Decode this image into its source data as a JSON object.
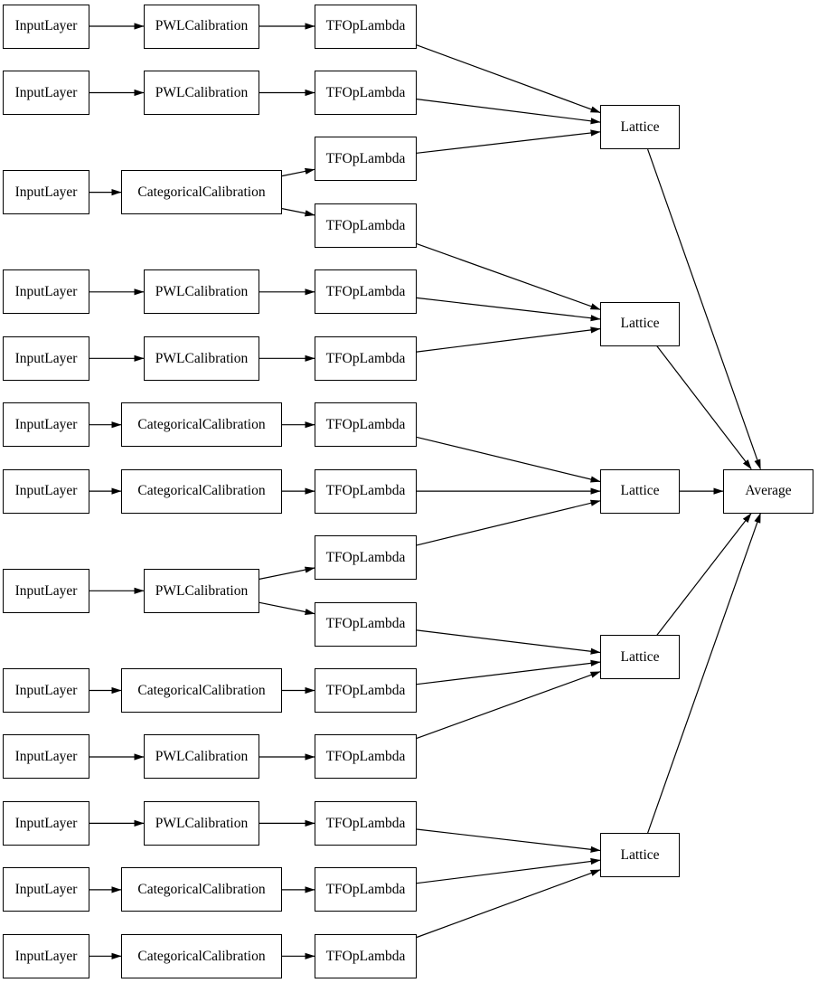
{
  "diagram": {
    "title": "keras-model-graph",
    "colors": {
      "background": "#ffffff",
      "node_fill": "#ffffff",
      "node_border": "#000000",
      "edge": "#000000",
      "text": "#000000"
    },
    "nodes": [
      {
        "id": "in0",
        "label": "InputLayer",
        "col": "input",
        "row": 0
      },
      {
        "id": "cal0",
        "label": "PWLCalibration",
        "col": "calib",
        "row": 0
      },
      {
        "id": "tf0",
        "label": "TFOpLambda",
        "col": "lambda",
        "row": 0
      },
      {
        "id": "in1",
        "label": "InputLayer",
        "col": "input",
        "row": 1
      },
      {
        "id": "cal1",
        "label": "PWLCalibration",
        "col": "calib",
        "row": 1
      },
      {
        "id": "tf1",
        "label": "TFOpLambda",
        "col": "lambda",
        "row": 1
      },
      {
        "id": "in2",
        "label": "InputLayer",
        "col": "input",
        "row": 2.5
      },
      {
        "id": "cal2",
        "label": "CategoricalCalibration",
        "col": "calib",
        "row": 2.5
      },
      {
        "id": "tf2",
        "label": "TFOpLambda",
        "col": "lambda",
        "row": 2
      },
      {
        "id": "tf3",
        "label": "TFOpLambda",
        "col": "lambda",
        "row": 3
      },
      {
        "id": "in3",
        "label": "InputLayer",
        "col": "input",
        "row": 4
      },
      {
        "id": "cal3",
        "label": "PWLCalibration",
        "col": "calib",
        "row": 4
      },
      {
        "id": "tf4",
        "label": "TFOpLambda",
        "col": "lambda",
        "row": 4
      },
      {
        "id": "in4",
        "label": "InputLayer",
        "col": "input",
        "row": 5
      },
      {
        "id": "cal4",
        "label": "PWLCalibration",
        "col": "calib",
        "row": 5
      },
      {
        "id": "tf5",
        "label": "TFOpLambda",
        "col": "lambda",
        "row": 5
      },
      {
        "id": "in5",
        "label": "InputLayer",
        "col": "input",
        "row": 6
      },
      {
        "id": "cal5",
        "label": "CategoricalCalibration",
        "col": "calib",
        "row": 6
      },
      {
        "id": "tf6",
        "label": "TFOpLambda",
        "col": "lambda",
        "row": 6
      },
      {
        "id": "in6",
        "label": "InputLayer",
        "col": "input",
        "row": 7
      },
      {
        "id": "cal6",
        "label": "CategoricalCalibration",
        "col": "calib",
        "row": 7
      },
      {
        "id": "tf7",
        "label": "TFOpLambda",
        "col": "lambda",
        "row": 7
      },
      {
        "id": "in7",
        "label": "InputLayer",
        "col": "input",
        "row": 8.5
      },
      {
        "id": "cal7",
        "label": "PWLCalibration",
        "col": "calib",
        "row": 8.5
      },
      {
        "id": "tf8",
        "label": "TFOpLambda",
        "col": "lambda",
        "row": 8
      },
      {
        "id": "tf9",
        "label": "TFOpLambda",
        "col": "lambda",
        "row": 9
      },
      {
        "id": "in8",
        "label": "InputLayer",
        "col": "input",
        "row": 10
      },
      {
        "id": "cal8",
        "label": "CategoricalCalibration",
        "col": "calib",
        "row": 10
      },
      {
        "id": "tf10",
        "label": "TFOpLambda",
        "col": "lambda",
        "row": 10
      },
      {
        "id": "in9",
        "label": "InputLayer",
        "col": "input",
        "row": 11
      },
      {
        "id": "cal9",
        "label": "PWLCalibration",
        "col": "calib",
        "row": 11
      },
      {
        "id": "tf11",
        "label": "TFOpLambda",
        "col": "lambda",
        "row": 11
      },
      {
        "id": "in10",
        "label": "InputLayer",
        "col": "input",
        "row": 12
      },
      {
        "id": "cal10",
        "label": "PWLCalibration",
        "col": "calib",
        "row": 12
      },
      {
        "id": "tf12",
        "label": "TFOpLambda",
        "col": "lambda",
        "row": 12
      },
      {
        "id": "in11",
        "label": "InputLayer",
        "col": "input",
        "row": 13
      },
      {
        "id": "cal11",
        "label": "CategoricalCalibration",
        "col": "calib",
        "row": 13
      },
      {
        "id": "tf13",
        "label": "TFOpLambda",
        "col": "lambda",
        "row": 13
      },
      {
        "id": "in12",
        "label": "InputLayer",
        "col": "input",
        "row": 14
      },
      {
        "id": "cal12",
        "label": "CategoricalCalibration",
        "col": "calib",
        "row": 14
      },
      {
        "id": "tf14",
        "label": "TFOpLambda",
        "col": "lambda",
        "row": 14
      },
      {
        "id": "lat0",
        "label": "Lattice",
        "col": "lattice",
        "row": 1.52
      },
      {
        "id": "lat1",
        "label": "Lattice",
        "col": "lattice",
        "row": 4.48
      },
      {
        "id": "lat2",
        "label": "Lattice",
        "col": "lattice",
        "row": 7
      },
      {
        "id": "lat3",
        "label": "Lattice",
        "col": "lattice",
        "row": 9.5
      },
      {
        "id": "lat4",
        "label": "Lattice",
        "col": "lattice",
        "row": 12.48
      },
      {
        "id": "avg",
        "label": "Average",
        "col": "average",
        "row": 7
      }
    ],
    "edges": [
      [
        "in0",
        "cal0"
      ],
      [
        "cal0",
        "tf0"
      ],
      [
        "tf0",
        "lat0"
      ],
      [
        "in1",
        "cal1"
      ],
      [
        "cal1",
        "tf1"
      ],
      [
        "tf1",
        "lat0"
      ],
      [
        "in2",
        "cal2"
      ],
      [
        "cal2",
        "tf2"
      ],
      [
        "cal2",
        "tf3"
      ],
      [
        "tf2",
        "lat0"
      ],
      [
        "tf3",
        "lat1"
      ],
      [
        "in3",
        "cal3"
      ],
      [
        "cal3",
        "tf4"
      ],
      [
        "tf4",
        "lat1"
      ],
      [
        "in4",
        "cal4"
      ],
      [
        "cal4",
        "tf5"
      ],
      [
        "tf5",
        "lat1"
      ],
      [
        "in5",
        "cal5"
      ],
      [
        "cal5",
        "tf6"
      ],
      [
        "tf6",
        "lat2"
      ],
      [
        "in6",
        "cal6"
      ],
      [
        "cal6",
        "tf7"
      ],
      [
        "tf7",
        "lat2"
      ],
      [
        "in7",
        "cal7"
      ],
      [
        "cal7",
        "tf8"
      ],
      [
        "cal7",
        "tf9"
      ],
      [
        "tf8",
        "lat2"
      ],
      [
        "tf9",
        "lat3"
      ],
      [
        "in8",
        "cal8"
      ],
      [
        "cal8",
        "tf10"
      ],
      [
        "tf10",
        "lat3"
      ],
      [
        "in9",
        "cal9"
      ],
      [
        "cal9",
        "tf11"
      ],
      [
        "tf11",
        "lat3"
      ],
      [
        "in10",
        "cal10"
      ],
      [
        "cal10",
        "tf12"
      ],
      [
        "tf12",
        "lat4"
      ],
      [
        "in11",
        "cal11"
      ],
      [
        "cal11",
        "tf13"
      ],
      [
        "tf13",
        "lat4"
      ],
      [
        "in12",
        "cal12"
      ],
      [
        "cal12",
        "tf14"
      ],
      [
        "tf14",
        "lat4"
      ],
      [
        "lat0",
        "avg"
      ],
      [
        "lat1",
        "avg"
      ],
      [
        "lat2",
        "avg"
      ],
      [
        "lat3",
        "avg"
      ],
      [
        "lat4",
        "avg"
      ]
    ]
  }
}
